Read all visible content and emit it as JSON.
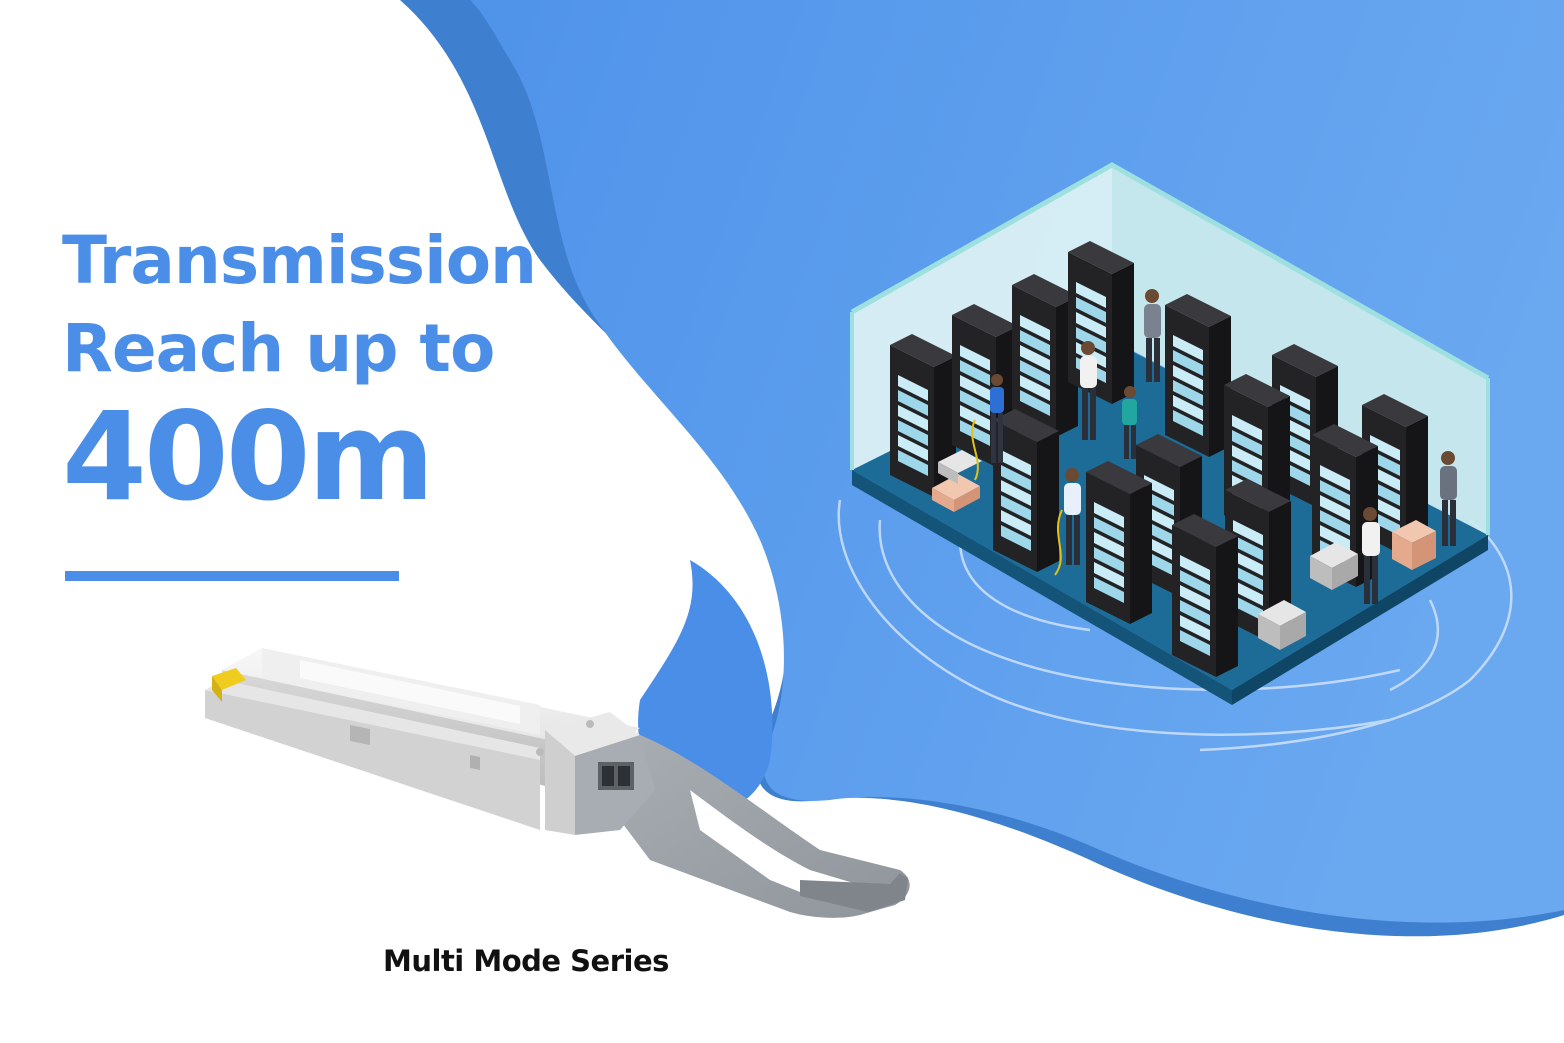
{
  "headline": {
    "line1": "Transmission",
    "line2": "Reach up to",
    "line3": "400m"
  },
  "caption": "Multi Mode Series",
  "colors": {
    "accent_blue": "#4a8ee8",
    "wave_dark": "#3f7fcf",
    "wave_light": "#5a9cec",
    "floor_teal": "#1e6f99",
    "rack": "#2b2b2e",
    "module_gray": "#9da3a8",
    "caption_text": "#111111"
  },
  "icons": [
    "server-rack-icon",
    "technician-icon",
    "qsfp-transceiver-module"
  ]
}
